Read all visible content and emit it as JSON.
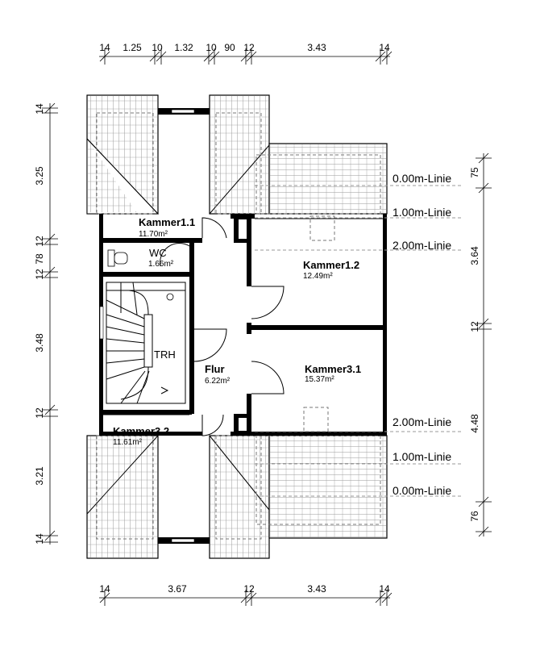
{
  "dimensions": {
    "top": [
      "14",
      "1.25",
      "10",
      "1.32",
      "10",
      "90",
      "12",
      "3.43",
      "14"
    ],
    "bottom": [
      "14",
      "3.67",
      "12",
      "3.43",
      "14"
    ],
    "left": [
      "14",
      "3.25",
      "12",
      "78",
      "12",
      "3.48",
      "12",
      "3.21",
      "14"
    ],
    "right": [
      "75",
      "3.64",
      "12",
      "4.48",
      "76"
    ]
  },
  "rooms": [
    {
      "name": "Kammer1.1",
      "area": "11.70m²"
    },
    {
      "name": "WC",
      "area": "1.66m²"
    },
    {
      "name": "Kammer1.2",
      "area": "12.49m²"
    },
    {
      "name": "TRH",
      "area": ""
    },
    {
      "name": "Flur",
      "area": "6.22m²"
    },
    {
      "name": "Kammer3.1",
      "area": "15.37m²"
    },
    {
      "name": "Kammer3.2",
      "area": "11.61m²"
    }
  ],
  "linien": [
    "0.00m-Linie",
    "1.00m-Linie",
    "2.00m-Linie",
    "2.00m-Linie",
    "1.00m-Linie",
    "0.00m-Linie"
  ]
}
